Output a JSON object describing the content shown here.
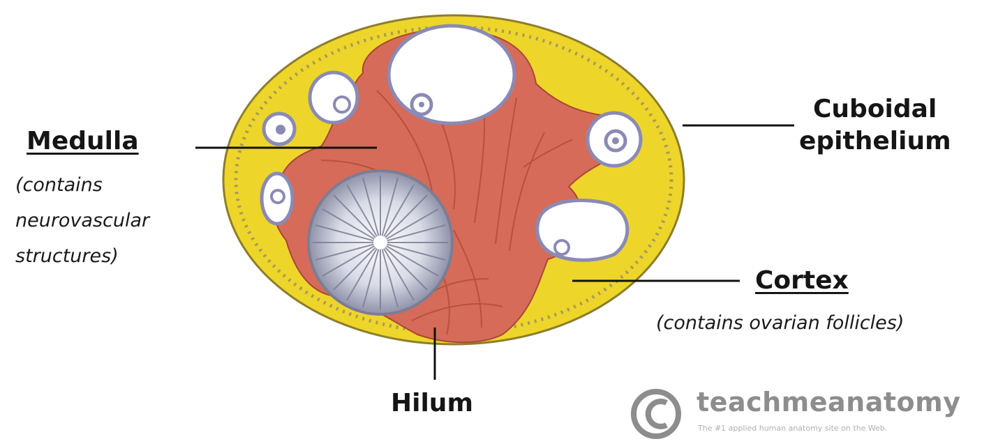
{
  "diagram": {
    "colors": {
      "cortex": "#eed52a",
      "medulla": "#d56b58",
      "medulla_dark": "#b24a3b",
      "follicle_wall": "#8a8ab5",
      "background": "#ffffff",
      "leader_line": "#111111",
      "watermark": "#8d8d8d"
    },
    "labels": {
      "medulla": {
        "title": "Medulla",
        "note_lines": [
          "(contains",
          "neurovascular",
          "structures)"
        ]
      },
      "cuboidal_epithelium": {
        "title_lines": [
          "Cuboidal",
          "epithelium"
        ]
      },
      "cortex": {
        "title": "Cortex",
        "note": "(contains ovarian follicles)"
      },
      "hilum": {
        "title": "Hilum"
      }
    },
    "watermark": {
      "icon": "copyright-icon",
      "name": "teachmeanatomy",
      "tagline": "The #1 applied human anatomy site on the Web."
    }
  }
}
